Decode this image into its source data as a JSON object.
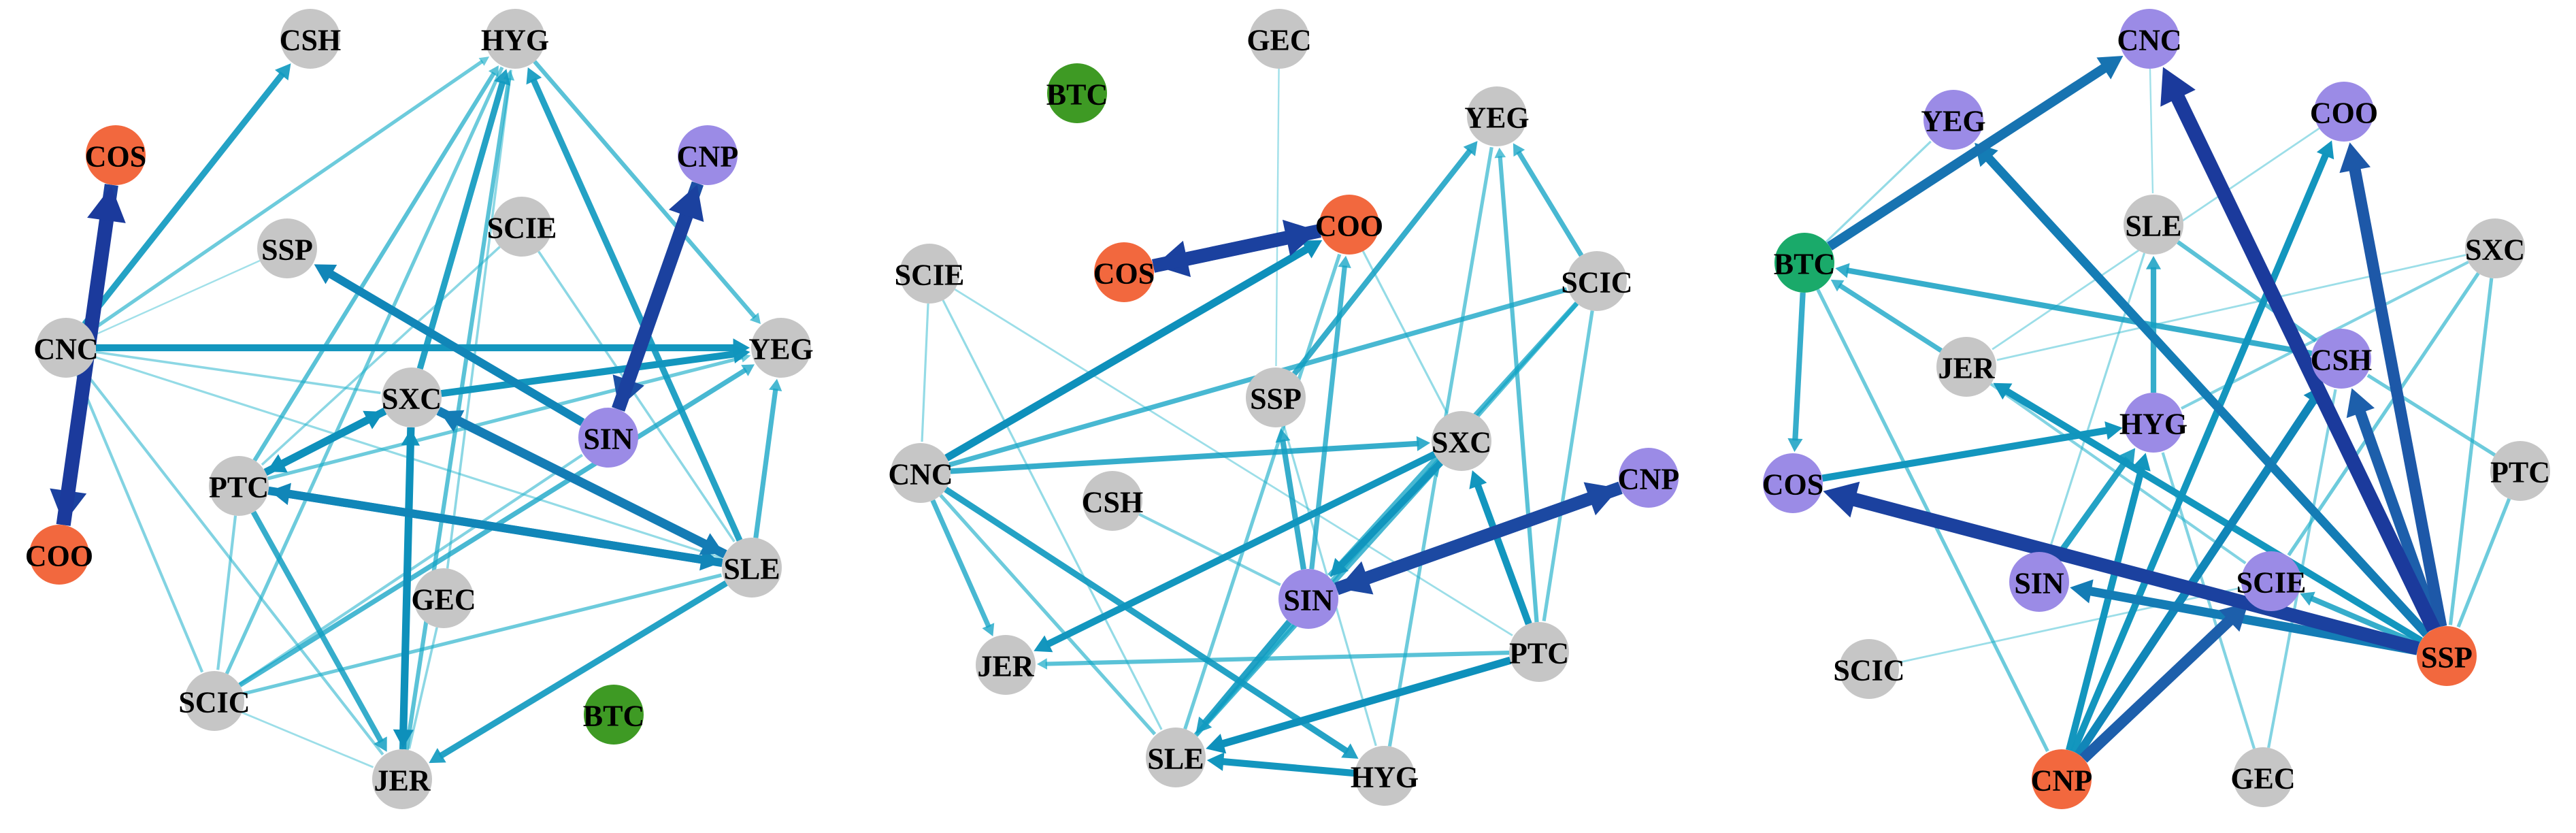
{
  "node_colors": {
    "gray": "#c6c6c6",
    "orange": "#f2683e",
    "purple": "#9b8be6",
    "green": "#3e9a24",
    "teal_green": "#1aaa6a"
  },
  "edge_color_scale": [
    "#2fbdd0",
    "#16a9c7",
    "#0e90bb",
    "#1d5fab",
    "#1b3a9c"
  ],
  "panels": [
    {
      "nodes": [
        {
          "id": "CSH",
          "color": "gray"
        },
        {
          "id": "HYG",
          "color": "gray"
        },
        {
          "id": "COS",
          "color": "orange"
        },
        {
          "id": "CNP",
          "color": "purple"
        },
        {
          "id": "SSP",
          "color": "gray"
        },
        {
          "id": "SCIE",
          "color": "gray"
        },
        {
          "id": "CNC",
          "color": "gray"
        },
        {
          "id": "YEG",
          "color": "gray"
        },
        {
          "id": "SXC",
          "color": "gray"
        },
        {
          "id": "SIN",
          "color": "purple"
        },
        {
          "id": "PTC",
          "color": "gray"
        },
        {
          "id": "COO",
          "color": "orange"
        },
        {
          "id": "SLE",
          "color": "gray"
        },
        {
          "id": "GEC",
          "color": "gray"
        },
        {
          "id": "SCIC",
          "color": "gray"
        },
        {
          "id": "BTC",
          "color": "green"
        },
        {
          "id": "JER",
          "color": "gray"
        }
      ],
      "edges": [
        {
          "from": "COO",
          "to": "COS",
          "w": 1.0,
          "arrow": true
        },
        {
          "from": "COS",
          "to": "COO",
          "w": 0.95,
          "arrow": true
        },
        {
          "from": "SIN",
          "to": "CNP",
          "w": 0.95,
          "arrow": true
        },
        {
          "from": "CNP",
          "to": "SIN",
          "w": 0.85,
          "arrow": true
        },
        {
          "from": "SIN",
          "to": "SSP",
          "w": 0.55,
          "arrow": true
        },
        {
          "from": "SXC",
          "to": "SLE",
          "w": 0.6,
          "arrow": true
        },
        {
          "from": "SLE",
          "to": "SXC",
          "w": 0.6,
          "arrow": true
        },
        {
          "from": "PTC",
          "to": "SLE",
          "w": 0.55,
          "arrow": true
        },
        {
          "from": "SLE",
          "to": "PTC",
          "w": 0.55,
          "arrow": true
        },
        {
          "from": "PTC",
          "to": "SXC",
          "w": 0.5,
          "arrow": true
        },
        {
          "from": "SXC",
          "to": "PTC",
          "w": 0.5,
          "arrow": true
        },
        {
          "from": "SXC",
          "to": "JER",
          "w": 0.5,
          "arrow": true
        },
        {
          "from": "JER",
          "to": "SXC",
          "w": 0.45,
          "arrow": true
        },
        {
          "from": "CNC",
          "to": "YEG",
          "w": 0.45,
          "arrow": true
        },
        {
          "from": "SXC",
          "to": "YEG",
          "w": 0.45,
          "arrow": true
        },
        {
          "from": "SXC",
          "to": "HYG",
          "w": 0.4,
          "arrow": true
        },
        {
          "from": "CNC",
          "to": "CSH",
          "w": 0.4,
          "arrow": true
        },
        {
          "from": "SLE",
          "to": "HYG",
          "w": 0.4,
          "arrow": true
        },
        {
          "from": "SLE",
          "to": "JER",
          "w": 0.4,
          "arrow": true
        },
        {
          "from": "PTC",
          "to": "JER",
          "w": 0.35,
          "arrow": true
        },
        {
          "from": "SCIC",
          "to": "YEG",
          "w": 0.3,
          "arrow": true
        },
        {
          "from": "SLE",
          "to": "YEG",
          "w": 0.3,
          "arrow": true
        },
        {
          "from": "CNC",
          "to": "HYG",
          "w": 0.2,
          "arrow": true
        },
        {
          "from": "HYG",
          "to": "YEG",
          "w": 0.25,
          "arrow": true
        },
        {
          "from": "PTC",
          "to": "HYG",
          "w": 0.25,
          "arrow": true
        },
        {
          "from": "JER",
          "to": "HYG",
          "w": 0.25,
          "arrow": true
        },
        {
          "from": "PTC",
          "to": "YEG",
          "w": 0.2,
          "arrow": true
        },
        {
          "from": "SCIC",
          "to": "HYG",
          "w": 0.2,
          "arrow": false
        },
        {
          "from": "SCIC",
          "to": "SLE",
          "w": 0.2,
          "arrow": false
        },
        {
          "from": "CNC",
          "to": "SCIC",
          "w": 0.15,
          "arrow": false
        },
        {
          "from": "CNC",
          "to": "JER",
          "w": 0.15,
          "arrow": false
        },
        {
          "from": "CNC",
          "to": "SXC",
          "w": 0.12,
          "arrow": false
        },
        {
          "from": "CNC",
          "to": "SLE",
          "w": 0.1,
          "arrow": false
        },
        {
          "from": "PTC",
          "to": "SCIC",
          "w": 0.15,
          "arrow": false
        },
        {
          "from": "SCIE",
          "to": "SLE",
          "w": 0.12,
          "arrow": false
        },
        {
          "from": "SCIE",
          "to": "PTC",
          "w": 0.12,
          "arrow": false
        },
        {
          "from": "GEC",
          "to": "JER",
          "w": 0.12,
          "arrow": false
        },
        {
          "from": "GEC",
          "to": "HYG",
          "w": 0.12,
          "arrow": false
        },
        {
          "from": "SCIC",
          "to": "SIN",
          "w": 0.15,
          "arrow": false
        },
        {
          "from": "SSP",
          "to": "CNC",
          "w": 0.06,
          "arrow": false
        },
        {
          "from": "SCIC",
          "to": "JER",
          "w": 0.08,
          "arrow": false
        }
      ]
    },
    {
      "nodes": [
        {
          "id": "GEC",
          "color": "gray"
        },
        {
          "id": "BTC",
          "color": "green"
        },
        {
          "id": "YEG",
          "color": "gray"
        },
        {
          "id": "COO",
          "color": "orange"
        },
        {
          "id": "COS",
          "color": "orange"
        },
        {
          "id": "SCIE",
          "color": "gray"
        },
        {
          "id": "SCIC",
          "color": "gray"
        },
        {
          "id": "SSP",
          "color": "gray"
        },
        {
          "id": "SXC",
          "color": "gray"
        },
        {
          "id": "CNC",
          "color": "gray"
        },
        {
          "id": "CSH",
          "color": "gray"
        },
        {
          "id": "CNP",
          "color": "purple"
        },
        {
          "id": "SIN",
          "color": "purple"
        },
        {
          "id": "PTC",
          "color": "gray"
        },
        {
          "id": "JER",
          "color": "gray"
        },
        {
          "id": "SLE",
          "color": "gray"
        },
        {
          "id": "HYG",
          "color": "gray"
        }
      ],
      "edges": [
        {
          "from": "COO",
          "to": "COS",
          "w": 0.95,
          "arrow": true
        },
        {
          "from": "COS",
          "to": "COO",
          "w": 0.95,
          "arrow": true
        },
        {
          "from": "SIN",
          "to": "CNP",
          "w": 0.9,
          "arrow": true
        },
        {
          "from": "CNP",
          "to": "SIN",
          "w": 0.9,
          "arrow": true
        },
        {
          "from": "CNC",
          "to": "COO",
          "w": 0.5,
          "arrow": true
        },
        {
          "from": "SXC",
          "to": "JER",
          "w": 0.45,
          "arrow": true
        },
        {
          "from": "PTC",
          "to": "SLE",
          "w": 0.5,
          "arrow": true
        },
        {
          "from": "CNC",
          "to": "HYG",
          "w": 0.4,
          "arrow": true
        },
        {
          "from": "PTC",
          "to": "SXC",
          "w": 0.45,
          "arrow": true
        },
        {
          "from": "SXC",
          "to": "SIN",
          "w": 0.45,
          "arrow": true
        },
        {
          "from": "SIN",
          "to": "SLE",
          "w": 0.4,
          "arrow": true
        },
        {
          "from": "HYG",
          "to": "SLE",
          "w": 0.45,
          "arrow": true
        },
        {
          "from": "CNC",
          "to": "SXC",
          "w": 0.35,
          "arrow": true
        },
        {
          "from": "SIN",
          "to": "SSP",
          "w": 0.35,
          "arrow": true
        },
        {
          "from": "SSP",
          "to": "YEG",
          "w": 0.35,
          "arrow": true
        },
        {
          "from": "SIN",
          "to": "COO",
          "w": 0.3,
          "arrow": true
        },
        {
          "from": "CNC",
          "to": "JER",
          "w": 0.3,
          "arrow": true
        },
        {
          "from": "PTC",
          "to": "JER",
          "w": 0.25,
          "arrow": true
        },
        {
          "from": "SCIC",
          "to": "YEG",
          "w": 0.3,
          "arrow": true
        },
        {
          "from": "SLE",
          "to": "SXC",
          "w": 0.3,
          "arrow": true
        },
        {
          "from": "PTC",
          "to": "YEG",
          "w": 0.25,
          "arrow": true
        },
        {
          "from": "SCIC",
          "to": "SIN",
          "w": 0.3,
          "arrow": false
        },
        {
          "from": "SCIC",
          "to": "SLE",
          "w": 0.25,
          "arrow": false
        },
        {
          "from": "CNC",
          "to": "SCIC",
          "w": 0.3,
          "arrow": false
        },
        {
          "from": "HYG",
          "to": "YEG",
          "w": 0.2,
          "arrow": false
        },
        {
          "from": "SLE",
          "to": "COO",
          "w": 0.2,
          "arrow": false
        },
        {
          "from": "CNC",
          "to": "SLE",
          "w": 0.2,
          "arrow": false
        },
        {
          "from": "SCIC",
          "to": "PTC",
          "w": 0.2,
          "arrow": false
        },
        {
          "from": "SCIE",
          "to": "SLE",
          "w": 0.1,
          "arrow": false
        },
        {
          "from": "SCIE",
          "to": "CNC",
          "w": 0.1,
          "arrow": false
        },
        {
          "from": "SSP",
          "to": "HYG",
          "w": 0.1,
          "arrow": false
        },
        {
          "from": "COO",
          "to": "SXC",
          "w": 0.1,
          "arrow": false
        },
        {
          "from": "CSH",
          "to": "SIN",
          "w": 0.15,
          "arrow": false
        },
        {
          "from": "GEC",
          "to": "SSP",
          "w": 0.06,
          "arrow": false
        },
        {
          "from": "SCIE",
          "to": "PTC",
          "w": 0.08,
          "arrow": false
        }
      ]
    },
    {
      "nodes": [
        {
          "id": "CNC",
          "color": "purple"
        },
        {
          "id": "YEG",
          "color": "purple"
        },
        {
          "id": "COO",
          "color": "purple"
        },
        {
          "id": "SLE",
          "color": "gray"
        },
        {
          "id": "SXC",
          "color": "gray"
        },
        {
          "id": "BTC",
          "color": "teal_green"
        },
        {
          "id": "CSH",
          "color": "purple"
        },
        {
          "id": "JER",
          "color": "gray"
        },
        {
          "id": "HYG",
          "color": "purple"
        },
        {
          "id": "PTC",
          "color": "gray"
        },
        {
          "id": "COS",
          "color": "purple"
        },
        {
          "id": "SIN",
          "color": "purple"
        },
        {
          "id": "SCIE",
          "color": "purple"
        },
        {
          "id": "SSP",
          "color": "orange"
        },
        {
          "id": "SCIC",
          "color": "gray"
        },
        {
          "id": "CNP",
          "color": "orange"
        },
        {
          "id": "GEC",
          "color": "gray"
        }
      ],
      "edges": [
        {
          "from": "SSP",
          "to": "CNC",
          "w": 1.0,
          "arrow": true
        },
        {
          "from": "SSP",
          "to": "COS",
          "w": 0.95,
          "arrow": true
        },
        {
          "from": "SSP",
          "to": "COO",
          "w": 0.8,
          "arrow": true
        },
        {
          "from": "SSP",
          "to": "CSH",
          "w": 0.75,
          "arrow": true
        },
        {
          "from": "CNP",
          "to": "SCIE",
          "w": 0.75,
          "arrow": true
        },
        {
          "from": "BTC",
          "to": "CNC",
          "w": 0.65,
          "arrow": true
        },
        {
          "from": "SSP",
          "to": "YEG",
          "w": 0.6,
          "arrow": true
        },
        {
          "from": "SSP",
          "to": "SIN",
          "w": 0.6,
          "arrow": true
        },
        {
          "from": "CNP",
          "to": "CSH",
          "w": 0.55,
          "arrow": true
        },
        {
          "from": "CNP",
          "to": "COO",
          "w": 0.45,
          "arrow": true
        },
        {
          "from": "COS",
          "to": "HYG",
          "w": 0.45,
          "arrow": true
        },
        {
          "from": "SSP",
          "to": "JER",
          "w": 0.45,
          "arrow": true
        },
        {
          "from": "CNP",
          "to": "HYG",
          "w": 0.45,
          "arrow": true
        },
        {
          "from": "SIN",
          "to": "HYG",
          "w": 0.4,
          "arrow": true
        },
        {
          "from": "CSH",
          "to": "BTC",
          "w": 0.35,
          "arrow": true
        },
        {
          "from": "BTC",
          "to": "COS",
          "w": 0.35,
          "arrow": true
        },
        {
          "from": "SSP",
          "to": "SCIE",
          "w": 0.35,
          "arrow": true
        },
        {
          "from": "HYG",
          "to": "SLE",
          "w": 0.35,
          "arrow": true
        },
        {
          "from": "JER",
          "to": "BTC",
          "w": 0.3,
          "arrow": true
        },
        {
          "from": "SLE",
          "to": "CSH",
          "w": 0.25,
          "arrow": false
        },
        {
          "from": "PTC",
          "to": "CSH",
          "w": 0.2,
          "arrow": false
        },
        {
          "from": "SXC",
          "to": "SCIE",
          "w": 0.2,
          "arrow": false
        },
        {
          "from": "SXC",
          "to": "HYG",
          "w": 0.15,
          "arrow": false
        },
        {
          "from": "PTC",
          "to": "SSP",
          "w": 0.2,
          "arrow": false
        },
        {
          "from": "SXC",
          "to": "SSP",
          "w": 0.2,
          "arrow": false
        },
        {
          "from": "BTC",
          "to": "CNP",
          "w": 0.2,
          "arrow": false
        },
        {
          "from": "GEC",
          "to": "HYG",
          "w": 0.15,
          "arrow": false
        },
        {
          "from": "GEC",
          "to": "CSH",
          "w": 0.15,
          "arrow": false
        },
        {
          "from": "BTC",
          "to": "YEG",
          "w": 0.1,
          "arrow": false
        },
        {
          "from": "JER",
          "to": "SCIE",
          "w": 0.15,
          "arrow": false
        },
        {
          "from": "SCIC",
          "to": "SCIE",
          "w": 0.08,
          "arrow": false
        },
        {
          "from": "SLE",
          "to": "SIN",
          "w": 0.1,
          "arrow": false
        },
        {
          "from": "COO",
          "to": "JER",
          "w": 0.08,
          "arrow": false
        },
        {
          "from": "SXC",
          "to": "JER",
          "w": 0.08,
          "arrow": false
        },
        {
          "from": "CNC",
          "to": "SLE",
          "w": 0.06,
          "arrow": false
        }
      ]
    }
  ]
}
